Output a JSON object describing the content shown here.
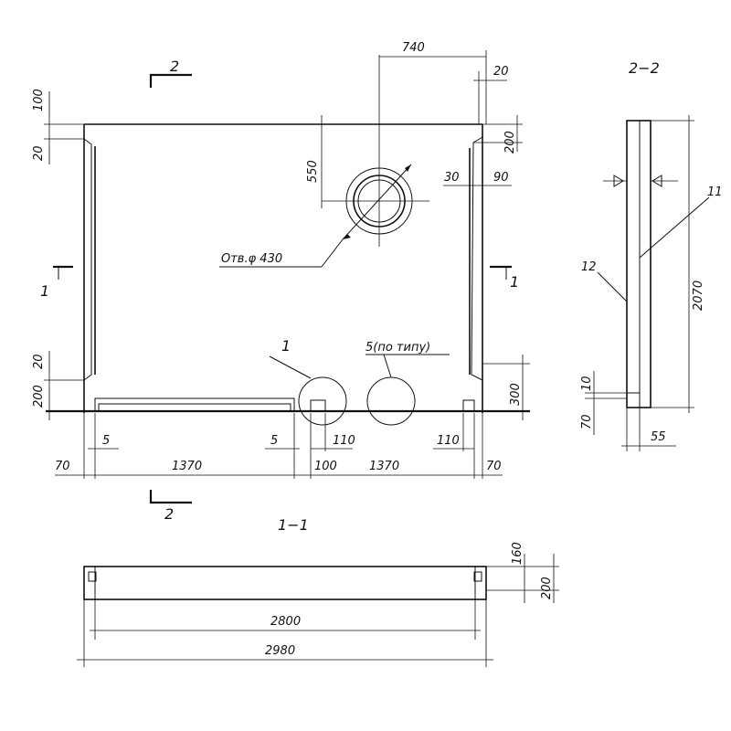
{
  "main_view": {
    "dim_top_740": "740",
    "dim_20_top_right": "20",
    "dim_200_right": "200",
    "dim_30": "30",
    "dim_90": "90",
    "dim_550": "550",
    "hole_label": "Отв.φ 430",
    "dim_100_left": "100",
    "dim_20_left_top": "20",
    "dim_20_left_bottom": "20",
    "dim_200_left": "200",
    "dim_300_right": "300",
    "callout_1": "1",
    "callout_5": "5(по типу)",
    "dim_5_left": "5",
    "dim_5_mid": "5",
    "dim_110_mid": "110",
    "dim_110_right": "110",
    "dim_70_left": "70",
    "dim_1370_left": "1370",
    "dim_100_mid": "100",
    "dim_1370_right": "1370",
    "dim_70_right": "70",
    "section_2_top": "2",
    "section_2_bottom": "2",
    "section_1_left": "1",
    "section_1_right": "1"
  },
  "section_2_2": {
    "title": "2−2",
    "callout_11": "11",
    "callout_12": "12",
    "dim_2070": "2070",
    "dim_10": "10",
    "dim_70": "70",
    "dim_55": "55"
  },
  "section_1_1": {
    "title": "1−1",
    "dim_160": "160",
    "dim_200": "200",
    "dim_2800": "2800",
    "dim_2980": "2980"
  }
}
